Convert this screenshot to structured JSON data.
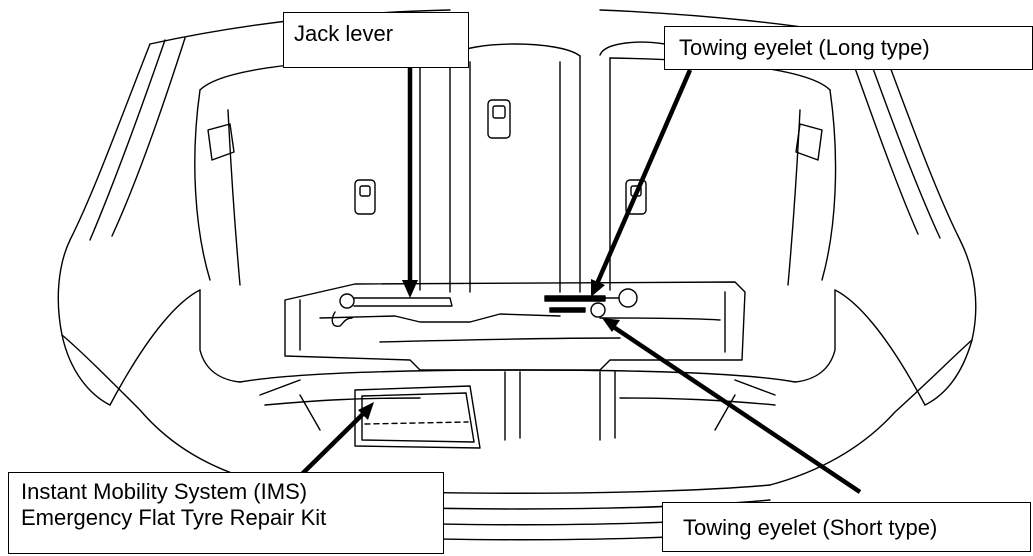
{
  "labels": {
    "jack_lever": "Jack lever",
    "towing_long": "Towing eyelet (Long type)",
    "towing_short": "Towing eyelet (Short type)",
    "ims_line1": "Instant Mobility System (IMS)",
    "ims_line2": "Emergency Flat Tyre Repair Kit"
  },
  "colors": {
    "line": "#000000",
    "background": "#ffffff"
  }
}
